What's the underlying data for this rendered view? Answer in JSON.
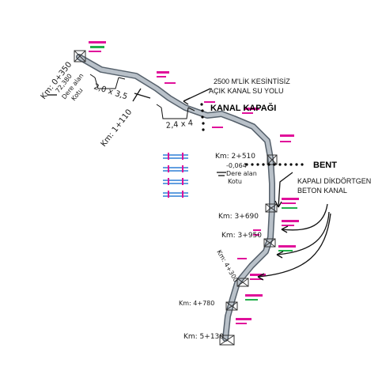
{
  "labels": {
    "km_0350": "Km: 0+350",
    "kot_start": "72,380",
    "dere_start": "Dere alan",
    "kotu_start": "Kotu",
    "section1": "2,0 x 3,5",
    "km_1110": "Km: 1+110",
    "section2": "2,4 x 4",
    "canal_line1": "2500 M'LİK KESİNTİSİZ",
    "canal_line2": "AÇIK KANAL SU YOLU",
    "kanal_kapagi": "KANAL KAPAĞI",
    "km_2510": "Km: 2+510",
    "kot_bent": "-0,064",
    "dere_bent": "Dere alan",
    "kotu_bent": "Kotu",
    "bent": "BENT",
    "closed_line1": "KAPALI DİKDÖRTGEN",
    "closed_line2": "BETON KANAL",
    "km_3690": "Km: 3+690",
    "km_3950": "Km: 3+950",
    "km_4300": "Km: 4+300",
    "km_4780": "Km: 4+780",
    "km_5130": "Km: 5+130"
  },
  "colors": {
    "route": "#9aa3ad",
    "route_edge": "#55606b",
    "magenta": "#e0109a",
    "green": "#21b04a",
    "blue": "#2f7fd6",
    "ink": "#111111"
  }
}
